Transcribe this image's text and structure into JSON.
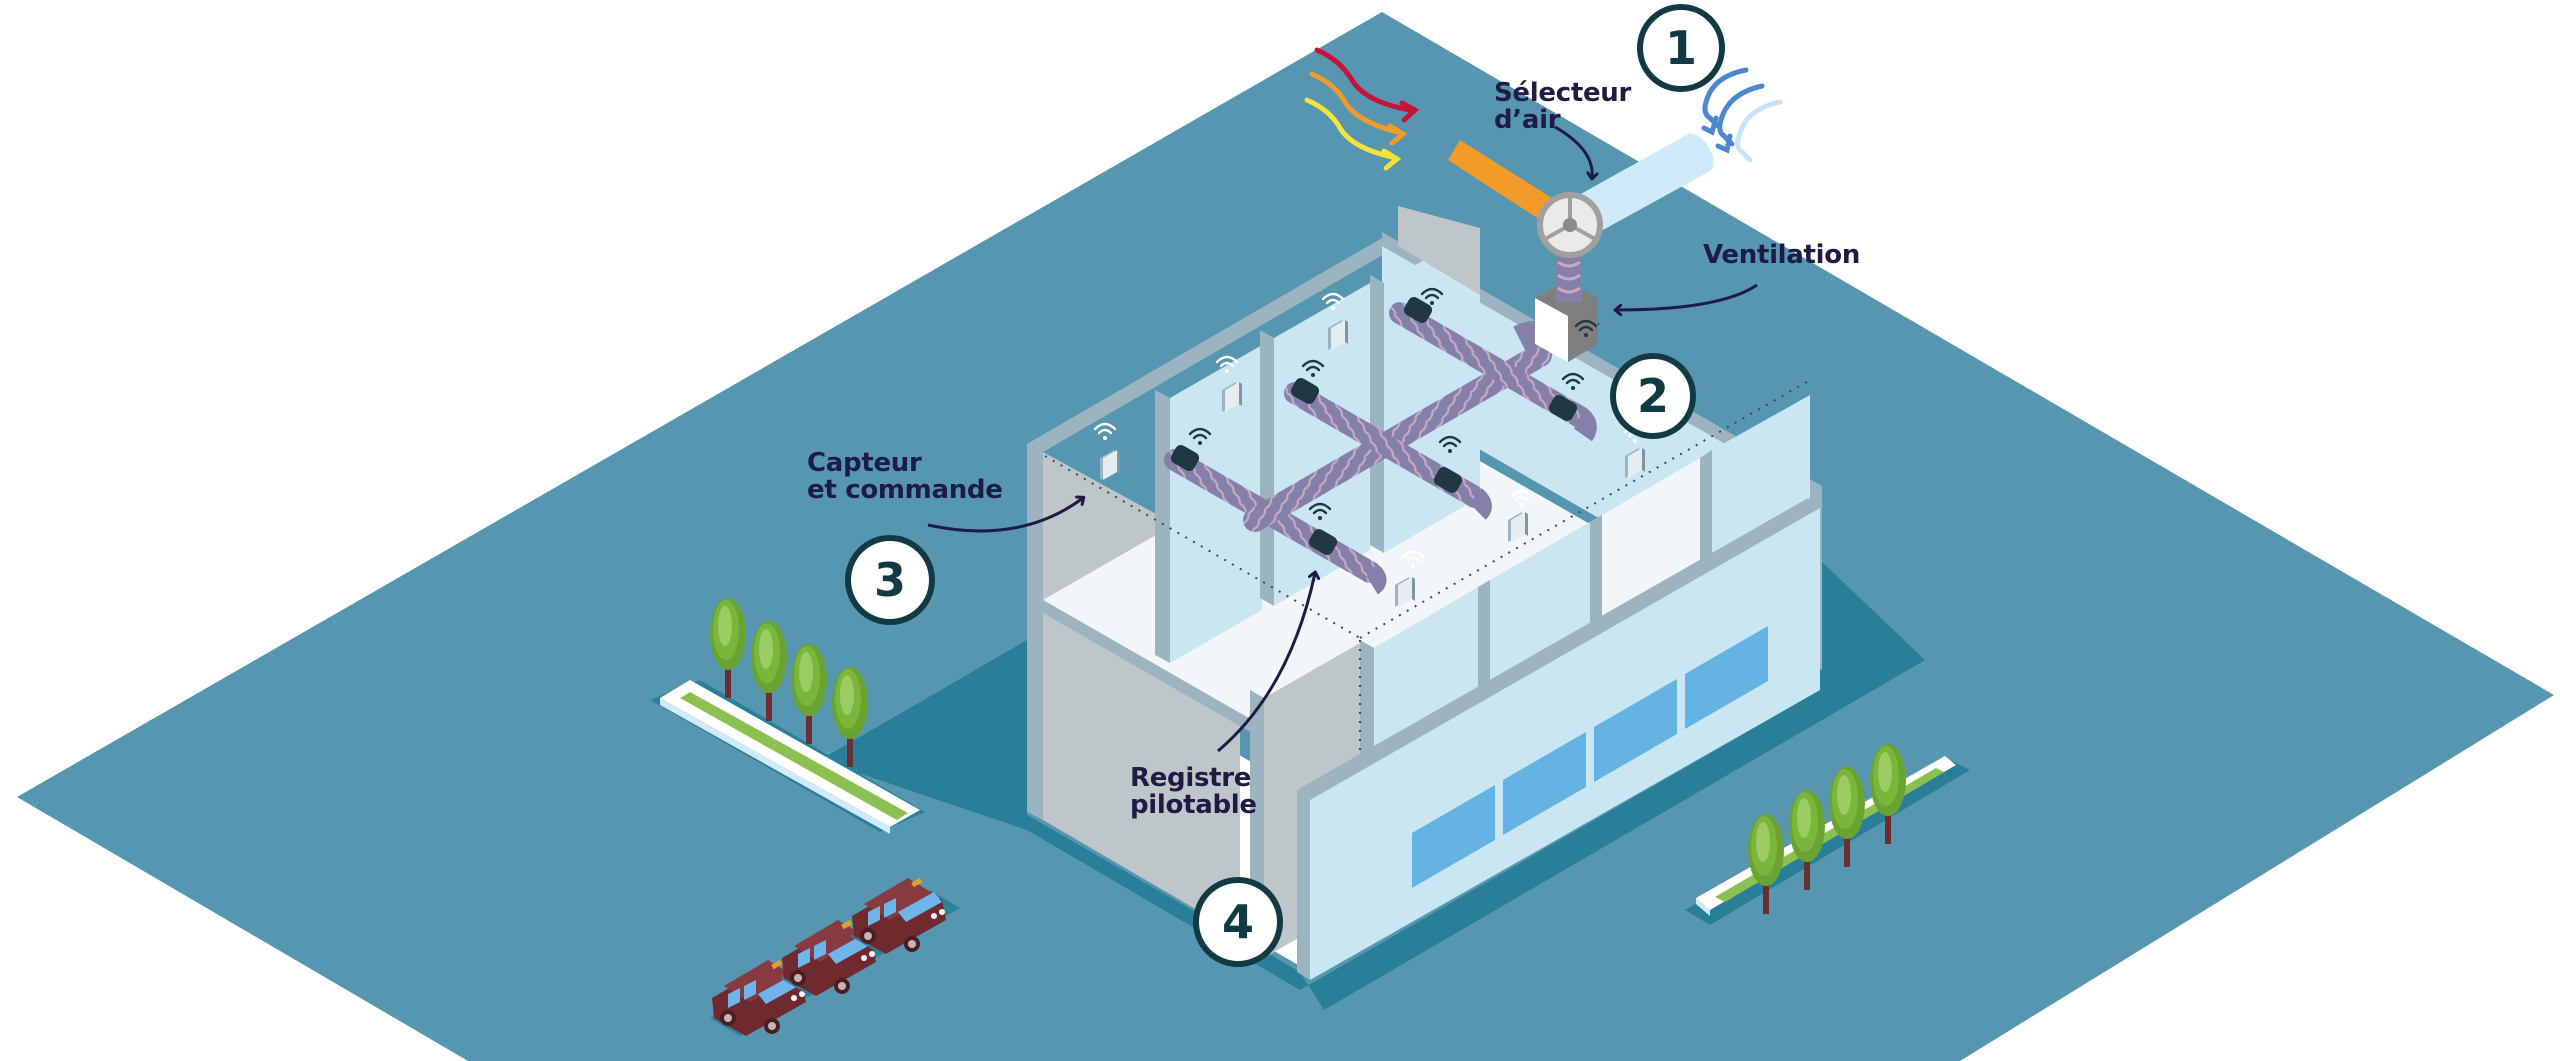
{
  "diagram": {
    "subject": "Isometric building ventilation system",
    "colors": {
      "ground": "#5796b0",
      "shadow": "#2a7f98",
      "wall_light": "#c9e6f2",
      "wall_grey": "#bfc6ca",
      "wall_edge": "#9cb4bf",
      "floor": "#f2f6f9",
      "window": "#64b3e3",
      "duct": "#8480aa",
      "duct_ring": "#c7a9c2",
      "damper": "#1f3842",
      "hot_air_pipe": "#f29b29",
      "cold_air_pipe": "#d1eaf9",
      "label_text": "#1e1b44",
      "badge_ring": "#123a45",
      "tree_green": "#7ab63a",
      "grass": "#8cc152",
      "car": "#6e2a2f"
    },
    "labels": {
      "air_selector": "Sélecteur\nd’air",
      "ventilation": "Ventilation",
      "sensor_control": "Capteur\net commande",
      "damper": "Registre\npilotable"
    },
    "badges": [
      "1",
      "2",
      "3",
      "4"
    ],
    "air_flows": {
      "warm": [
        "red",
        "orange",
        "yellow"
      ],
      "cool": [
        "blue",
        "blue",
        "light-blue"
      ]
    }
  }
}
